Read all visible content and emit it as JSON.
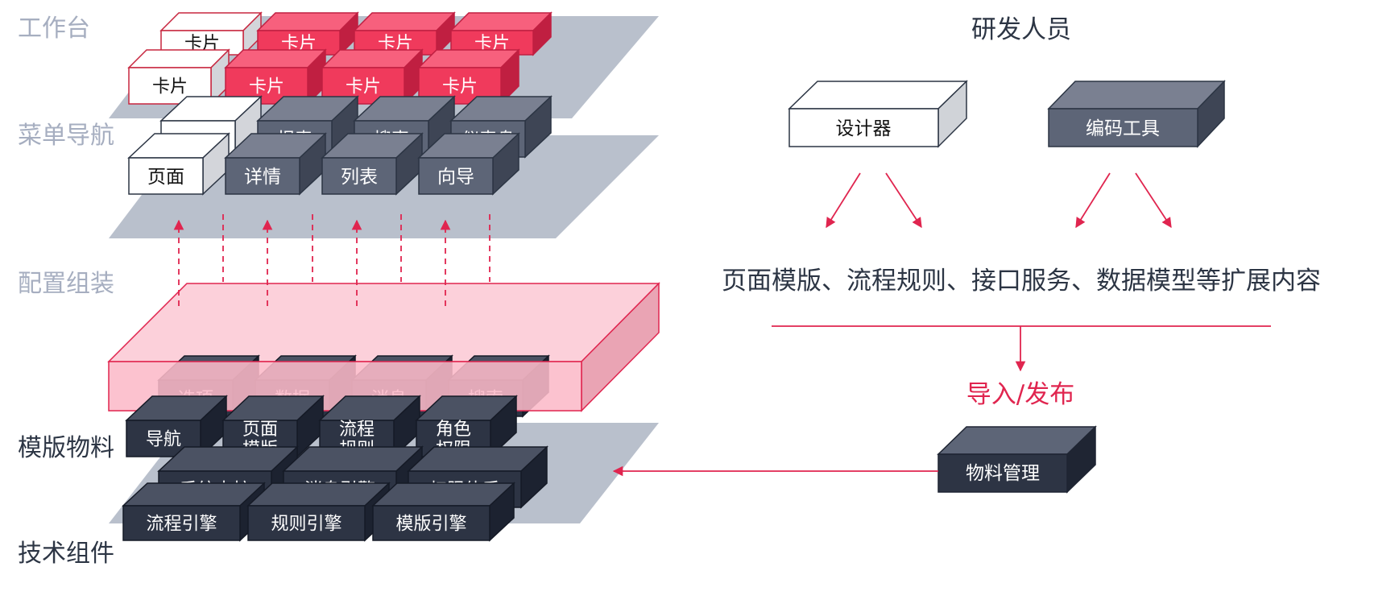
{
  "layers": {
    "workbench": "工作台",
    "menu_nav": "菜单导航",
    "config": "配置组装",
    "templates": "模版物料",
    "tech": "技术组件"
  },
  "workbench": {
    "card": "卡片"
  },
  "menu_nav": {
    "back": [
      "",
      "报表",
      "搜索",
      "仪表盘"
    ],
    "front": [
      "页面",
      "详情",
      "列表",
      "向导"
    ]
  },
  "templates": {
    "back": [
      "选项",
      "数据",
      "消息",
      "搜索"
    ],
    "front": [
      [
        "导航"
      ],
      [
        "页面",
        "模版"
      ],
      [
        "流程",
        "规则"
      ],
      [
        "角色",
        "权限"
      ]
    ]
  },
  "tech": {
    "back": [
      "系统内核",
      "消息引擎",
      "权限体系"
    ],
    "front": [
      "流程引擎",
      "规则引擎",
      "模版引擎"
    ]
  },
  "right": {
    "developers": "研发人员",
    "designer": "设计器",
    "coding_tool": "编码工具",
    "extension_content": "页面模版、流程规则、接口服务、数据模型等扩展内容",
    "import_publish": "导入/发布",
    "material_mgmt": "物料管理"
  },
  "colors": {
    "label_gray": "#a6aec0",
    "label_dark": "#2c3544",
    "accent_red": "#e0254f",
    "slate": "#5d6577",
    "navy": "#2d3444",
    "plate": "#b9c0cc",
    "pink": "#fcb9c8"
  }
}
